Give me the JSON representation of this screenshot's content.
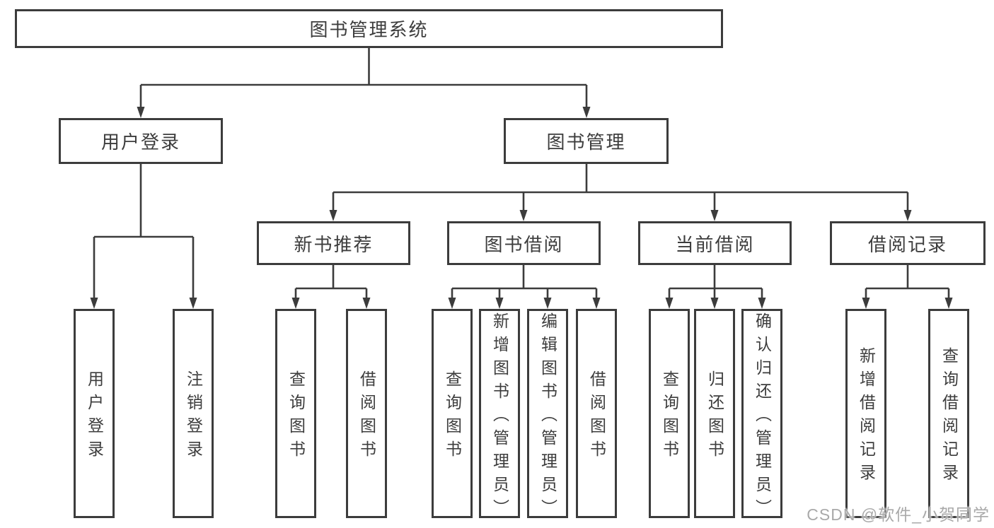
{
  "diagram": {
    "root": {
      "label": "图书管理系统"
    },
    "level2": [
      {
        "id": "user-login",
        "label": "用户登录"
      },
      {
        "id": "book-management",
        "label": "图书管理"
      }
    ],
    "level3": [
      {
        "id": "new-book-recommend",
        "parent": "图书管理",
        "label": "新书推荐"
      },
      {
        "id": "book-borrowing",
        "parent": "图书管理",
        "label": "图书借阅"
      },
      {
        "id": "current-borrowing",
        "parent": "图书管理",
        "label": "当前借阅"
      },
      {
        "id": "borrowing-records",
        "parent": "图书管理",
        "label": "借阅记录"
      }
    ],
    "leaves": [
      {
        "parent": "用户登录",
        "label": "用户登录"
      },
      {
        "parent": "用户登录",
        "label": "注销登录"
      },
      {
        "parent": "新书推荐",
        "label": "查询图书"
      },
      {
        "parent": "新书推荐",
        "label": "借阅图书"
      },
      {
        "parent": "图书借阅",
        "label": "查询图书"
      },
      {
        "parent": "图书借阅",
        "label": "新增图书（管理员）"
      },
      {
        "parent": "图书借阅",
        "label": "编辑图书（管理员）"
      },
      {
        "parent": "图书借阅",
        "label": "借阅图书"
      },
      {
        "parent": "当前借阅",
        "label": "查询图书"
      },
      {
        "parent": "当前借阅",
        "label": "归还图书"
      },
      {
        "parent": "当前借阅",
        "label": "确认归还（管理员）"
      },
      {
        "parent": "借阅记录",
        "label": "新增借阅记录"
      },
      {
        "parent": "借阅记录",
        "label": "查询借阅记录"
      }
    ],
    "watermark": "CSDN @软件_小贺同学",
    "colors": {
      "line": "#3c3c3c",
      "text": "#3d3d3d",
      "watermark": "#a9a9a9",
      "background": "#ffffff"
    }
  }
}
